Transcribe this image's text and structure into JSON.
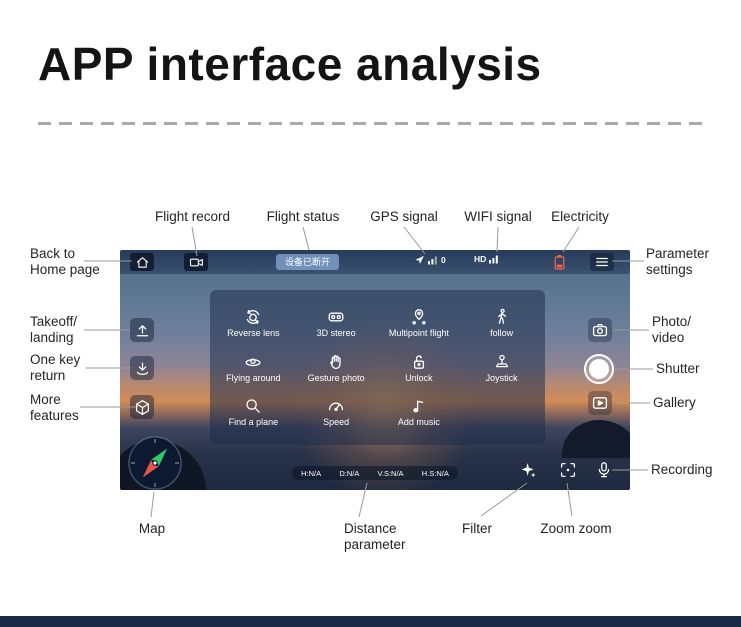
{
  "title": "APP interface analysis",
  "callouts": {
    "flight_record": "Flight record",
    "flight_status": "Flight status",
    "gps_signal": "GPS signal",
    "wifi_signal": "WIFI signal",
    "electricity": "Electricity",
    "back_home": [
      "Back to",
      "Home page"
    ],
    "takeoff_landing": [
      "Takeoff/",
      "landing"
    ],
    "one_key_return": [
      "One key",
      "return"
    ],
    "more_features": [
      "More",
      "features"
    ],
    "parameter_settings": [
      "Parameter",
      "settings"
    ],
    "photo_video": [
      "Photo/",
      "video"
    ],
    "shutter": "Shutter",
    "gallery": "Gallery",
    "recording": "Recording",
    "map": "Map",
    "distance_parameter": [
      "Distance",
      "parameter"
    ],
    "filter": "Filter",
    "zoom": "Zoom zoom"
  },
  "app": {
    "status_chip": "设备已断开",
    "gps_value": "0",
    "hd_label": "HD",
    "features": [
      "Reverse lens",
      "3D stereo",
      "Multipoint flight",
      "follow",
      "Flying around",
      "Gesture photo",
      "Unlock",
      "Joystick",
      "Find a plane",
      "Speed",
      "Add music"
    ],
    "telemetry": [
      "H:N/A",
      "D:N/A",
      "V.S:N/A",
      "H.S:N/A"
    ]
  },
  "colors": {
    "footer_navy": "#1a2944",
    "battery_red": "#ff5f52",
    "connector_gray": "#9a9a9a",
    "needle_green": "#35c66a",
    "needle_red": "#e8564a"
  }
}
